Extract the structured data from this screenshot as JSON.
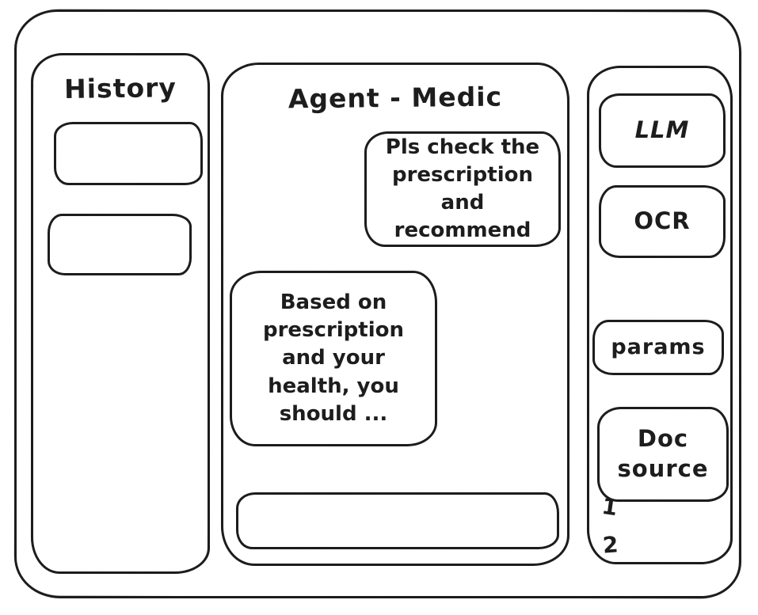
{
  "colors": {
    "stroke": "#1d1d1d",
    "background": "#ffffff"
  },
  "history": {
    "title": "History",
    "items": [
      {
        "label": ""
      },
      {
        "label": ""
      }
    ]
  },
  "chat": {
    "title": "Agent - Medic",
    "messages": [
      {
        "role": "user",
        "text": "Pls check the prescription and recommend"
      },
      {
        "role": "agent",
        "text": "Based on prescription and your health, you should ..."
      }
    ],
    "input": {
      "value": "",
      "placeholder": ""
    }
  },
  "tools": {
    "buttons": [
      {
        "label": "LLM"
      },
      {
        "label": "OCR"
      },
      {
        "label": "params"
      },
      {
        "label": "Doc source"
      }
    ],
    "doc_source_lines": [
      "Doc",
      "source"
    ],
    "annotations": [
      "1",
      "2"
    ]
  }
}
